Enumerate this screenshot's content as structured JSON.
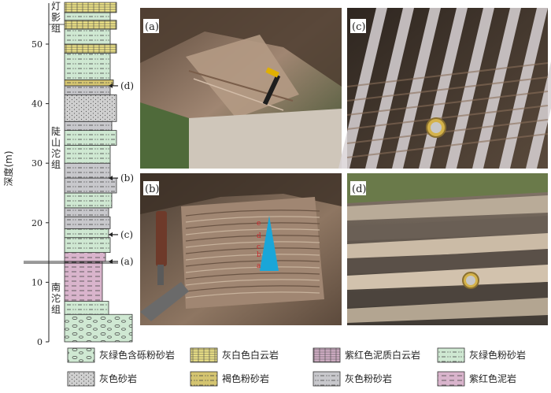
{
  "axis": {
    "label": "深度(m)",
    "ticks": [
      {
        "value": 0,
        "label": "0"
      },
      {
        "value": 10,
        "label": "10"
      },
      {
        "value": 20,
        "label": "20"
      },
      {
        "value": 30,
        "label": "30"
      },
      {
        "value": 40,
        "label": "40"
      },
      {
        "value": 50,
        "label": "50"
      }
    ],
    "range": [
      0,
      57
    ]
  },
  "formations": [
    {
      "id": "dengying",
      "label": "灯影组"
    },
    {
      "id": "liushantuo",
      "label": "陡山沱组"
    },
    {
      "id": "nantuo",
      "label": "南沱组"
    }
  ],
  "column_markers": [
    {
      "label": "(d)",
      "depth": 43
    },
    {
      "label": "(b)",
      "depth": 27.5
    },
    {
      "label": "(c)",
      "depth": 18
    },
    {
      "label": "(a)",
      "depth": 13.5
    }
  ],
  "photos": [
    {
      "label": "(a)",
      "palette": [
        "#7a6250",
        "#b9a18c",
        "#4f6a3a"
      ]
    },
    {
      "label": "(c)",
      "palette": [
        "#3a3028",
        "#d9d4d6",
        "#8a6f5a"
      ]
    },
    {
      "label": "(b)",
      "palette": [
        "#6e5a4a",
        "#a88f78",
        "#3c2f25"
      ]
    },
    {
      "label": "(d)",
      "palette": [
        "#5d534a",
        "#c7b9a6",
        "#8a7c6e"
      ]
    }
  ],
  "photo_b_marks": [
    "e",
    "d",
    "c",
    "b",
    "a"
  ],
  "legend": [
    {
      "label": "灰绿色含砾粉砂岩",
      "fill": "#cfe8d2",
      "pattern": "pebble"
    },
    {
      "label": "灰白色白云岩",
      "fill": "#f5ea8a",
      "pattern": "brick"
    },
    {
      "label": "紫红色泥质白云岩",
      "fill": "#d9b4cc",
      "pattern": "brick"
    },
    {
      "label": "灰绿色粉砂岩",
      "fill": "#cfe8d2",
      "pattern": "dashdot"
    },
    {
      "label": "灰色砂岩",
      "fill": "#cfcfcf",
      "pattern": "dots"
    },
    {
      "label": "褐色粉砂岩",
      "fill": "#d4c470",
      "pattern": "dashdot"
    },
    {
      "label": "灰色粉砂岩",
      "fill": "#c8c8cc",
      "pattern": "dashdot"
    },
    {
      "label": "紫红色泥岩",
      "fill": "#d9b4cc",
      "pattern": "dash"
    }
  ]
}
